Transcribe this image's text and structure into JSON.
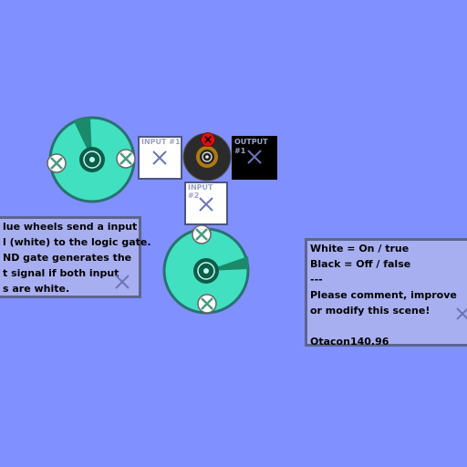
{
  "scene": {
    "background_color": "#8090ff",
    "wheel_color": "#40e0c0",
    "gate_type": "AND"
  },
  "input1": {
    "label": "INPUT #1",
    "state": "on",
    "color": "#ffffff"
  },
  "input2": {
    "label": "INPUT #2",
    "state": "on",
    "color": "#ffffff"
  },
  "output1": {
    "label": "OUTPUT #1",
    "state": "off",
    "color": "#000000"
  },
  "note_left": {
    "lines": [
      "lue wheels send a input",
      "l (white) to the logic gate.",
      "ND gate generates the",
      "t signal if both input",
      "s are white."
    ]
  },
  "note_right": {
    "lines": [
      "White = On / true",
      "Black = Off / false",
      "---",
      "Please comment, improve",
      "or modify this scene!",
      "",
      "Otacon140.96"
    ]
  },
  "icons": {
    "delete": "close-icon",
    "gate_warning": "red-x-icon"
  }
}
